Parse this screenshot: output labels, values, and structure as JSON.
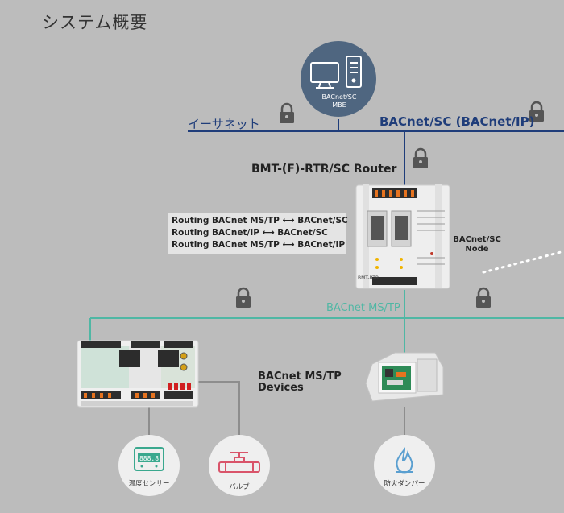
{
  "page": {
    "title": "システム概要"
  },
  "network": {
    "ethernet_label": "イーサネット",
    "bacnet_sc_label": "BACnet/SC (BACnet/IP)",
    "mstp_label": "BACnet MS/TP"
  },
  "mbe": {
    "label_line1": "BACnet/SC",
    "label_line2": "MBE"
  },
  "router": {
    "title": "BMT-(F)-RTR/SC Router",
    "routing": [
      "Routing BACnet MS/TP ⟷ BACnet/SC",
      "Routing BACnet/IP  ⟷  BACnet/SC",
      "Routing BACnet MS/TP ⟷ BACnet/IP"
    ],
    "model_text": "BMT-RTR"
  },
  "node": {
    "label_line1": "BACnet/SC",
    "label_line2": "Node"
  },
  "devices": {
    "label_line1": "BACnet MS/TP",
    "label_line2": "Devices",
    "items": [
      {
        "label": "温度センサー",
        "icon": "temperature-sensor-icon",
        "display": "888.8"
      },
      {
        "label": "バルブ",
        "icon": "valve-icon"
      },
      {
        "label": "防火ダンパー",
        "icon": "fire-damper-icon"
      }
    ]
  },
  "colors": {
    "background": "#bcbcbc",
    "ethernet_line": "#1f3d7a",
    "mstp_line": "#4fb7a4",
    "mbe_circle": "#4f6680",
    "lock": "#555555",
    "valve": "#d9546a",
    "damper": "#5a9fd0",
    "sensor": "#3aa88e"
  }
}
